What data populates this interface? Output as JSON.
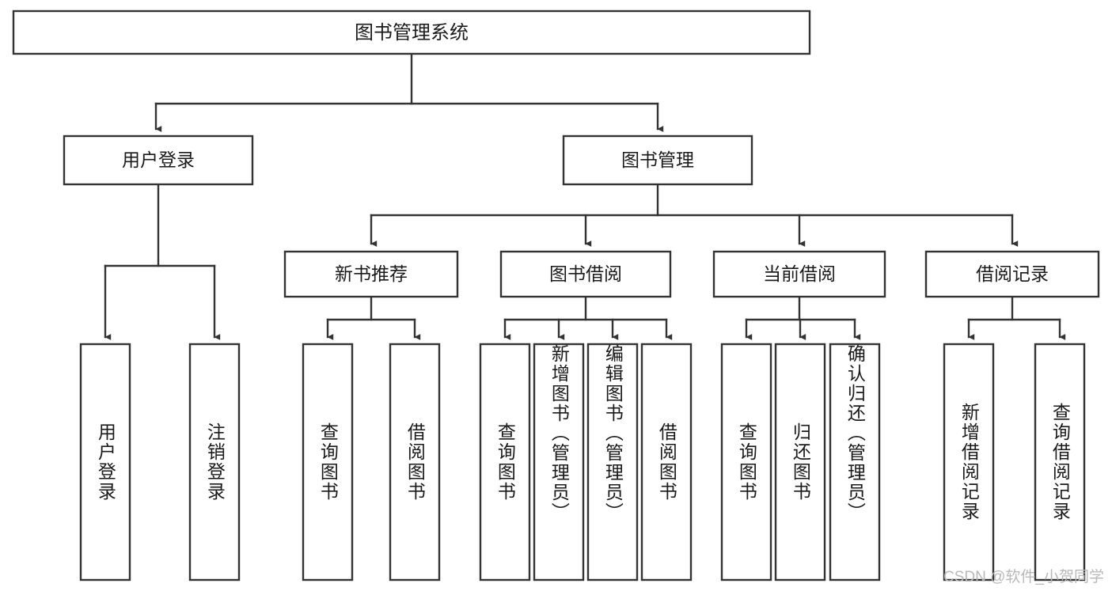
{
  "diagram": {
    "title": "图书管理系统",
    "type": "tree",
    "root": {
      "id": "root",
      "label": "图书管理系统",
      "orientation": "horizontal"
    },
    "level2": [
      {
        "id": "user-login",
        "label": "用户登录",
        "orientation": "horizontal"
      },
      {
        "id": "book-manage",
        "label": "图书管理",
        "orientation": "horizontal"
      }
    ],
    "level3": [
      {
        "id": "new-book-recommend",
        "label": "新书推荐",
        "parent": "book-manage",
        "orientation": "horizontal"
      },
      {
        "id": "book-borrow",
        "label": "图书借阅",
        "parent": "book-manage",
        "orientation": "horizontal"
      },
      {
        "id": "current-borrow",
        "label": "当前借阅",
        "parent": "book-manage",
        "orientation": "horizontal"
      },
      {
        "id": "borrow-record",
        "label": "借阅记录",
        "parent": "book-manage",
        "orientation": "horizontal"
      }
    ],
    "leaves": [
      {
        "id": "leaf-user-login",
        "label": "用户登录",
        "parent": "user-login",
        "orientation": "vertical"
      },
      {
        "id": "leaf-logout-login",
        "label": "注销登录",
        "parent": "user-login",
        "orientation": "vertical"
      },
      {
        "id": "leaf-query-book-1",
        "label": "查询图书",
        "parent": "new-book-recommend",
        "orientation": "vertical"
      },
      {
        "id": "leaf-borrow-book-1",
        "label": "借阅图书",
        "parent": "new-book-recommend",
        "orientation": "vertical"
      },
      {
        "id": "leaf-query-book-2",
        "label": "查询图书",
        "parent": "book-borrow",
        "orientation": "vertical"
      },
      {
        "id": "leaf-add-book",
        "label": "新增图书（管理员）",
        "parent": "book-borrow",
        "orientation": "vertical"
      },
      {
        "id": "leaf-edit-book",
        "label": "编辑图书（管理员）",
        "parent": "book-borrow",
        "orientation": "vertical"
      },
      {
        "id": "leaf-borrow-book-2",
        "label": "借阅图书",
        "parent": "book-borrow",
        "orientation": "vertical"
      },
      {
        "id": "leaf-query-book-3",
        "label": "查询图书",
        "parent": "current-borrow",
        "orientation": "vertical"
      },
      {
        "id": "leaf-return-book",
        "label": "归还图书",
        "parent": "current-borrow",
        "orientation": "vertical"
      },
      {
        "id": "leaf-confirm-return",
        "label": "确认归还（管理员）",
        "parent": "current-borrow",
        "orientation": "vertical"
      },
      {
        "id": "leaf-add-record",
        "label": "新增借阅记录",
        "parent": "borrow-record",
        "orientation": "vertical"
      },
      {
        "id": "leaf-query-record",
        "label": "查询借阅记录",
        "parent": "borrow-record",
        "orientation": "vertical"
      }
    ],
    "colors": {
      "box_stroke": "#333333",
      "box_fill": "#ffffff",
      "text": "#1a1a1a",
      "connector": "#333333",
      "background": "#ffffff",
      "watermark": "#b8b8b8"
    }
  },
  "watermark": {
    "text": "CSDN @软件_小贺同学"
  }
}
